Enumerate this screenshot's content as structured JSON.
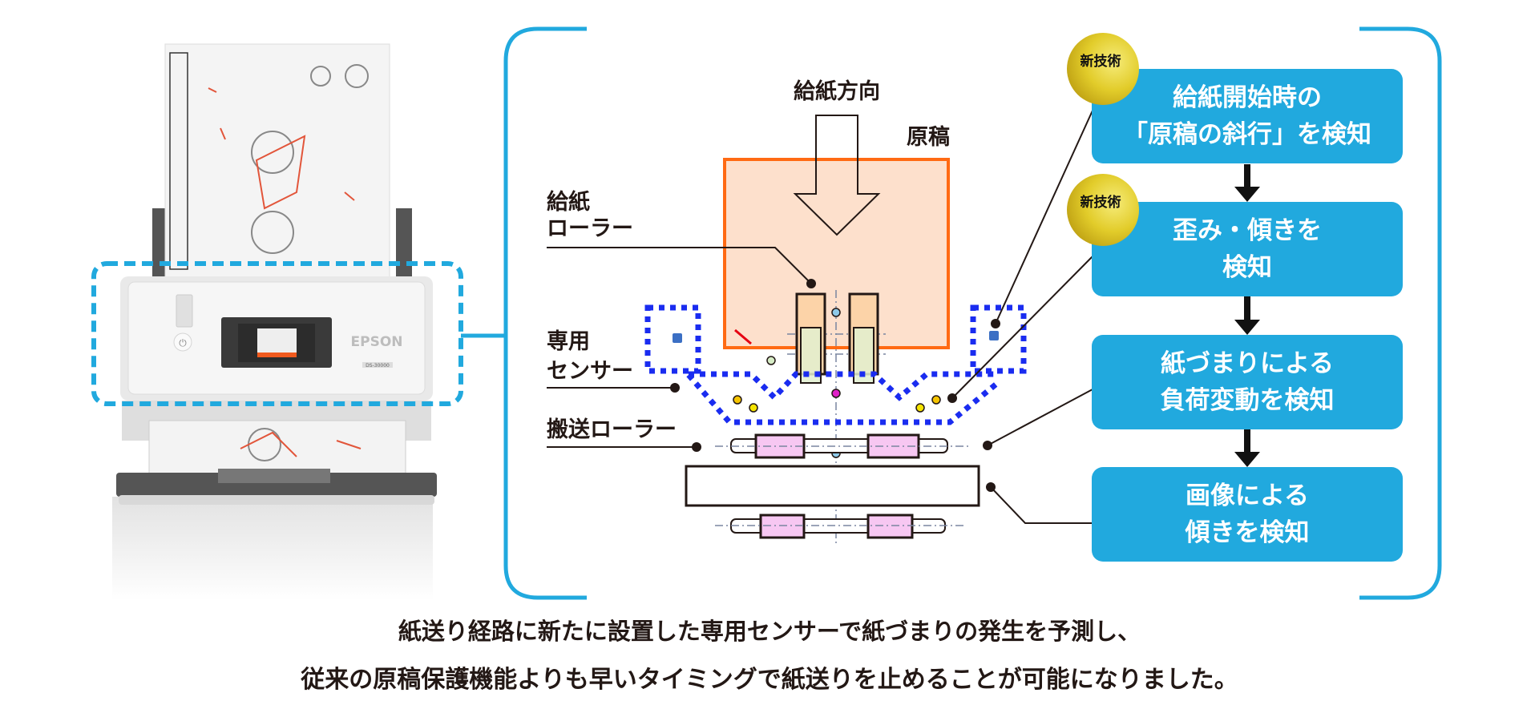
{
  "colors": {
    "bracket": "#21a9de",
    "box": "#21a9de",
    "document": "#ff6a13",
    "document_fill": "#fde0cc",
    "sensor_boundary": "#1a2cf0",
    "roller_pink": "#f7c7f2"
  },
  "scanner": {
    "brand": "EPSON",
    "model": "DS-30000"
  },
  "diagram": {
    "feed_direction": "給紙方向",
    "document": "原稿",
    "feed_roller": [
      "給紙",
      "ローラー"
    ],
    "sensor": [
      "専用",
      "センサー"
    ],
    "transport_roller": "搬送ローラー"
  },
  "flow": {
    "badge": "新技術",
    "steps": [
      {
        "lines": [
          "給紙開始時の",
          "「原稿の斜行」を検知"
        ],
        "new_tech": true
      },
      {
        "lines": [
          "歪み・傾きを",
          "検知"
        ],
        "new_tech": true
      },
      {
        "lines": [
          "紙づまりによる",
          "負荷変動を検知"
        ],
        "new_tech": false
      },
      {
        "lines": [
          "画像による",
          "傾きを検知"
        ],
        "new_tech": false
      }
    ]
  },
  "caption": [
    "紙送り経路に新たに設置した専用センサーで紙づまりの発生を予測し、",
    "従来の原稿保護機能よりも早いタイミングで紙送りを止めることが可能になりました。"
  ]
}
